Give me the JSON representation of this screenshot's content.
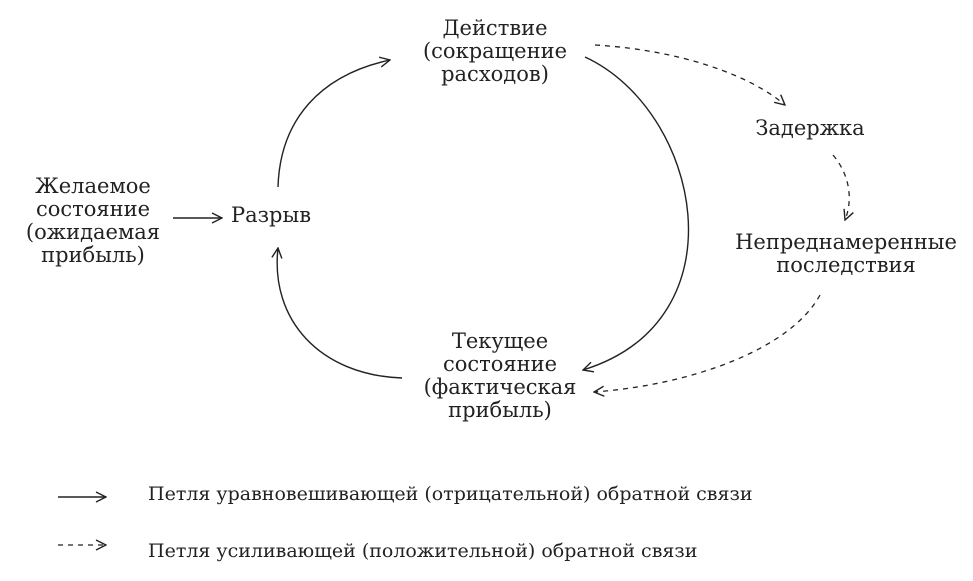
{
  "nodes": {
    "desired_state": [
      "Желаемое",
      "состояние",
      "(ожидаемая",
      "прибыль)"
    ],
    "gap": "Разрыв",
    "action": [
      "Действие",
      "(сокращение",
      "расходов)"
    ],
    "current_state": [
      "Текущее",
      "состояние",
      "(фактическая",
      "прибыль)"
    ],
    "delay": "Задержка",
    "unintended": [
      "Непреднамеренные",
      "последствия"
    ]
  },
  "legend": {
    "solid": "Петля уравновешивающей (отрицательной) обратной связи",
    "dashed": "Петля усиливающей (положительной) обратной связи"
  },
  "colors": {
    "line": "#222222",
    "text": "#222222",
    "background": "#ffffff"
  }
}
